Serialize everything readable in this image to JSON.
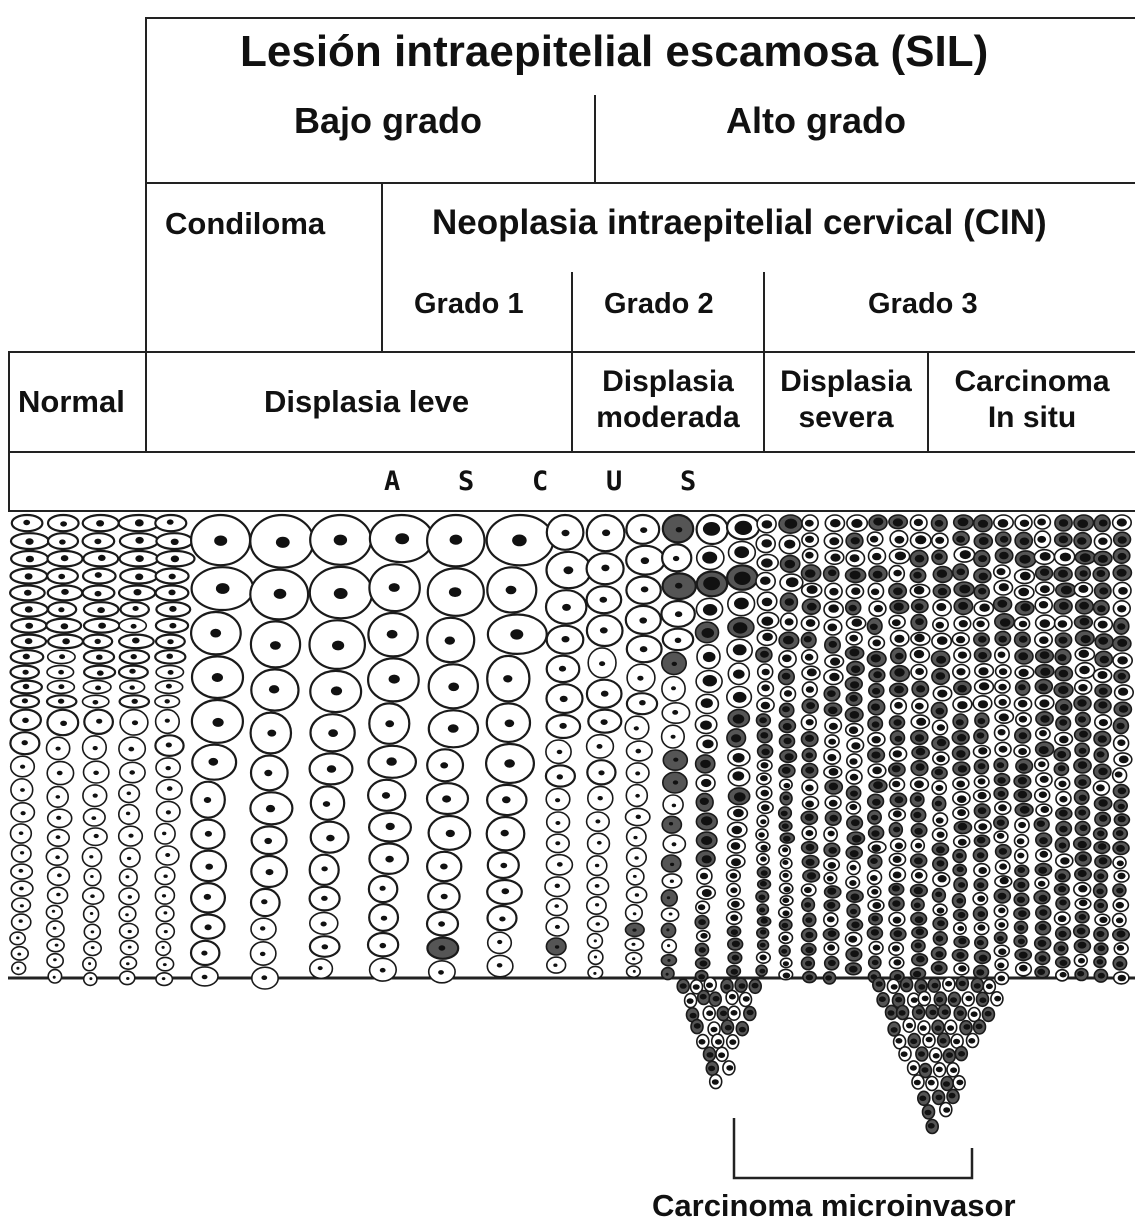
{
  "diagram": {
    "sil_title": "Lesión intraepitelial escamosa (SIL)",
    "low_grade": "Bajo grado",
    "high_grade": "Alto grado",
    "condyloma": "Condiloma",
    "cin_title": "Neoplasia intraepitelial cervical (CIN)",
    "grade1": "Grado 1",
    "grade2": "Grado 2",
    "grade3": "Grado 3",
    "normal": "Normal",
    "mild_dysplasia": "Displasia leve",
    "moderate_dysplasia_line1": "Displasia",
    "moderate_dysplasia_line2": "moderada",
    "severe_dysplasia_line1": "Displasia",
    "severe_dysplasia_line2": "severa",
    "cis_line1": "Carcinoma",
    "cis_line2": "In situ",
    "ascus_letters": [
      "A",
      "S",
      "C",
      "U",
      "S"
    ],
    "microinvasive": "Carcinoma microinvasor"
  }
}
